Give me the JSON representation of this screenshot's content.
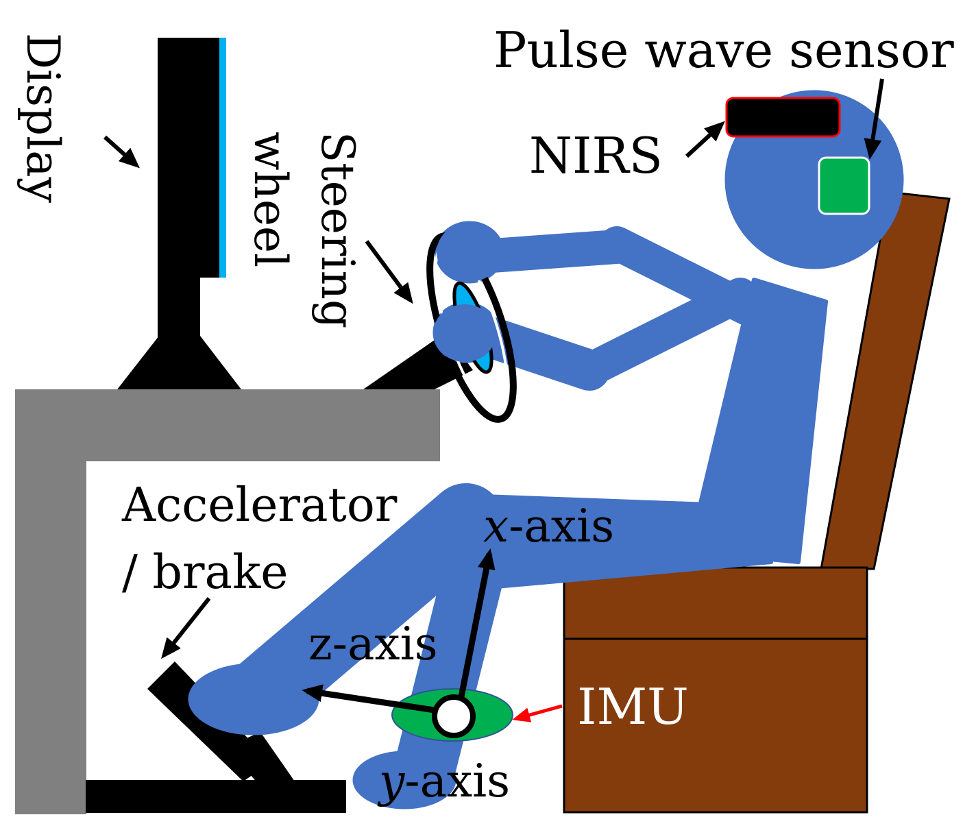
{
  "labels": {
    "display": "Display",
    "steering": "Steering",
    "wheel": "wheel",
    "pulse": "Pulse wave sensor",
    "nirs": "NIRS",
    "accelerator": "Accelerator",
    "brake": "/ brake",
    "x_var": "x",
    "x_axis": "-axis",
    "z_axis": "z-axis",
    "y_var": "y",
    "y_axis": "-axis",
    "imu": "IMU"
  },
  "colors": {
    "body": "#4472c4",
    "desk": "#808080",
    "seat": "#843c0c",
    "sensor_green": "#00b050",
    "screen_blue": "#00b0f0",
    "nirs_border": "#ff0000",
    "arrow_red": "#ff0000",
    "imu_text": "#ffffff"
  }
}
